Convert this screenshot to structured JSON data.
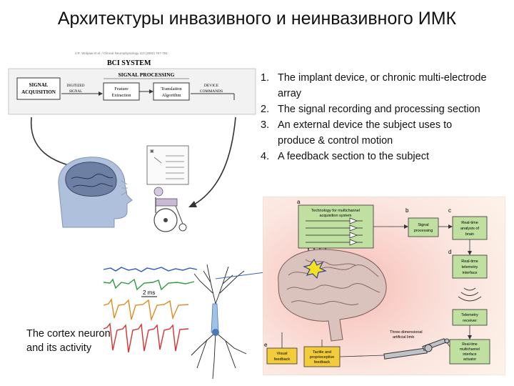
{
  "slide": {
    "title": "Архитектуры инвазивного и неинвазивного ИМК"
  },
  "list": [
    {
      "num": "1.",
      "text": "The implant device, or chronic multi-electrode array"
    },
    {
      "num": "2.",
      "text": "The signal recording and processing section"
    },
    {
      "num": "3.",
      "text": "An external device the subject uses to produce & control motion"
    },
    {
      "num": "4.",
      "text": "A feedback section to the subject"
    }
  ],
  "caption": "The cortex neuron and its activity",
  "bci_diagram": {
    "citation": "J.R. Wolpaw et al. / Clinical Neurophysiology 113 (2002) 767-791",
    "system_title": "BCI SYSTEM",
    "signal_acquisition_line1": "SIGNAL",
    "signal_acquisition_line2": "ACQUISITION",
    "digitized_line1": "DIGITIZED",
    "digitized_line2": "SIGNAL",
    "signal_processing": "SIGNAL PROCESSING",
    "feature_line1": "Feature",
    "feature_line2": "Extraction",
    "translation_line1": "Translation",
    "translation_line2": "Algorithm",
    "device_line1": "DEVICE",
    "device_line2": "COMMANDS"
  },
  "neuron_panel": {
    "scale_label": "2 ms"
  },
  "invasive_diagram": {
    "label_a": "a",
    "label_b": "b",
    "label_c": "c",
    "label_d": "d",
    "acq_line1": "Technology for multichannel",
    "acq_line2": "acquisition system",
    "signal_line1": "Signal",
    "signal_line2": "processing",
    "realtime_line1": "Real-time",
    "realtime_line2": "analysis of",
    "realtime_line3": "brain",
    "telemetry_line1": "Real-time",
    "telemetry_line2": "telemetry",
    "telemetry_line3": "interface",
    "receiver_line1": "Telemetry",
    "receiver_line2": "receiver",
    "control_line1": "Real-time",
    "control_line2": "multichannel",
    "control_line3": "interface",
    "control_line4": "actuator",
    "arm_line1": "Three-dimensional",
    "arm_line2": "artificial limb",
    "visual_line1": "Visual",
    "visual_line2": "feedback",
    "tactile_line1": "Tactile and",
    "tactile_line2": "proprioceptive",
    "tactile_line3": "feedback",
    "label_e": "e"
  }
}
